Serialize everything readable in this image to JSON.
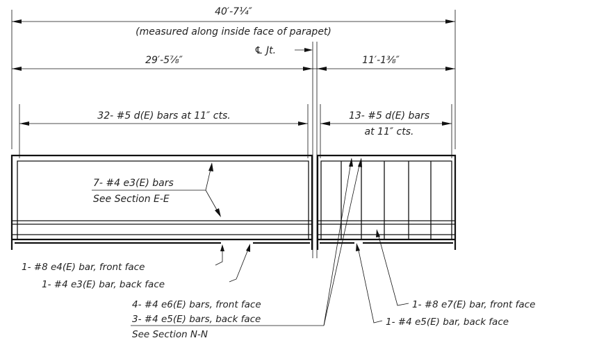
{
  "dimensions": {
    "overall": "40′-7¼″",
    "overall_note": "(measured along inside face of parapet)",
    "left_span": "29′-5⅞″",
    "right_span": "11′-1⅜″",
    "joint_label": "℄ Jt."
  },
  "bar_spacing": {
    "left": "32- #5 d(E) bars at 11″ cts.",
    "right_line1": "13- #5 d(E) bars",
    "right_line2": "at 11″ cts."
  },
  "callouts": {
    "e3_bars": "7- #4 e3(E) bars",
    "e3_section": "See Section E-E",
    "e4_front": "1- #8 e4(E) bar, front face",
    "e3_back": "1- #4 e3(E) bar, back face",
    "e6_front": "4- #4 e6(E) bars, front face",
    "e5_back": "3- #4 e5(E) bars, back face",
    "section_nn": "See Section N-N",
    "e7_front": "1- #8 e7(E) bar, front face",
    "e5_back_single": "1- #4 e5(E) bar, back face"
  }
}
